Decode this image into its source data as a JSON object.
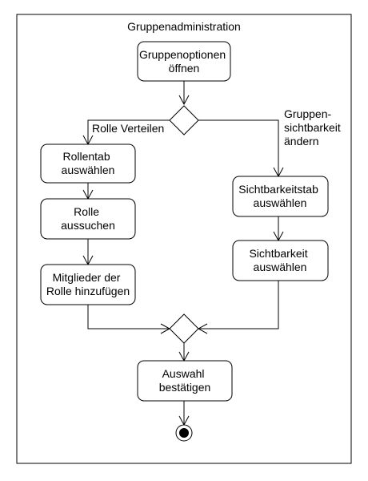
{
  "frame": {
    "title": "Gruppenadministration"
  },
  "nodes": {
    "open_options": [
      "Gruppenoptionen",
      "öffnen"
    ],
    "select_role_tab": [
      "Rollentab",
      "auswählen"
    ],
    "search_role": [
      "Rolle",
      "aussuchen"
    ],
    "add_members": [
      "Mitglieder der",
      "Rolle hinzufügen"
    ],
    "select_visibility_tab": [
      "Sichtbarkeitstab",
      "auswählen"
    ],
    "select_visibility": [
      "Sichtbarkeit",
      "auswählen"
    ],
    "confirm": [
      "Auswahl",
      "bestätigen"
    ]
  },
  "edges": {
    "left_guard": "Rolle Verteilen",
    "right_guard": [
      "Gruppen-",
      "sichtbarkeit",
      "ändern"
    ]
  },
  "colors": {
    "stroke": "#000000",
    "fill": "#ffffff",
    "final_node": "#000000"
  }
}
